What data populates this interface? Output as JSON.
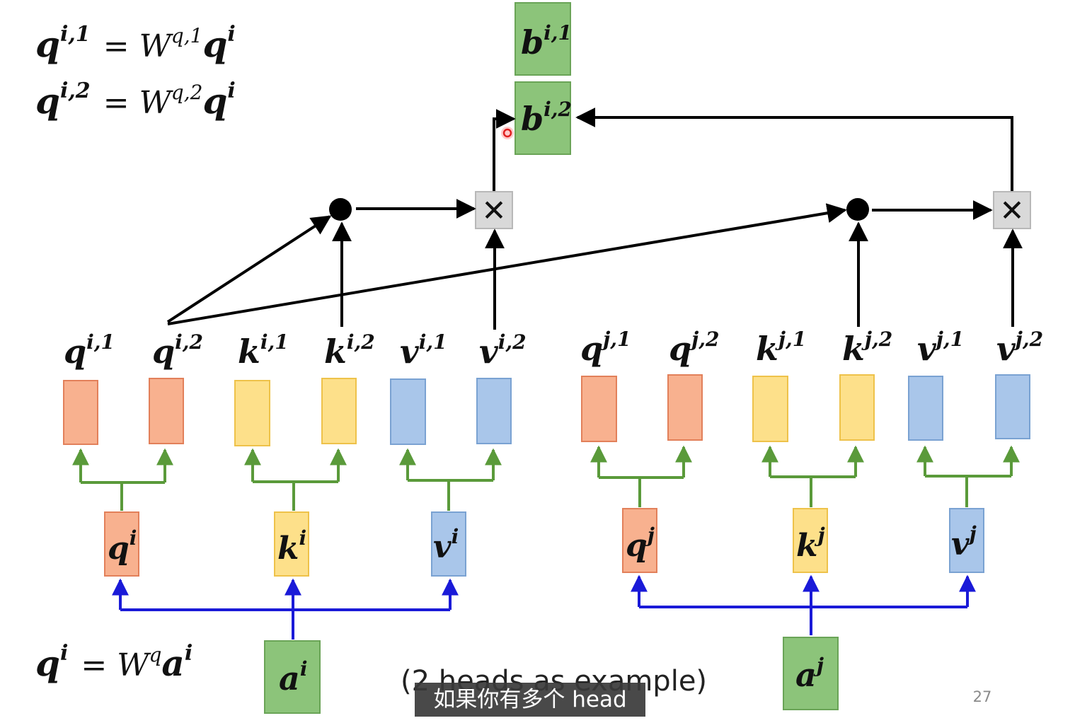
{
  "formulas": {
    "q_i1": {
      "base": "q",
      "sup": "i,1",
      "rhs_W": "W",
      "rhs_W_sup": "q,1",
      "rhs_v": "q",
      "rhs_v_sup": "i"
    },
    "q_i2": {
      "base": "q",
      "sup": "i,2",
      "rhs_W": "W",
      "rhs_W_sup": "q,2",
      "rhs_v": "q",
      "rhs_v_sup": "i"
    },
    "q_i": {
      "base": "q",
      "sup": "i",
      "rhs_W": "W",
      "rhs_W_sup": "q",
      "rhs_v": "a",
      "rhs_v_sup": "i"
    },
    "equals": "="
  },
  "outputs": [
    {
      "base": "b",
      "sup": "i,1"
    },
    {
      "base": "b",
      "sup": "i,2"
    }
  ],
  "head_labels": [
    {
      "base": "q",
      "sup": "i,1"
    },
    {
      "base": "q",
      "sup": "i,2"
    },
    {
      "base": "k",
      "sup": "i,1"
    },
    {
      "base": "k",
      "sup": "i,2"
    },
    {
      "base": "v",
      "sup": "i,1"
    },
    {
      "base": "v",
      "sup": "i,2"
    },
    {
      "base": "q",
      "sup": "j,1"
    },
    {
      "base": "q",
      "sup": "j,2"
    },
    {
      "base": "k",
      "sup": "j,1"
    },
    {
      "base": "k",
      "sup": "j,2"
    },
    {
      "base": "v",
      "sup": "j,1"
    },
    {
      "base": "v",
      "sup": "j,2"
    }
  ],
  "mid_boxes": [
    {
      "base": "q",
      "sup": "i"
    },
    {
      "base": "k",
      "sup": "i"
    },
    {
      "base": "v",
      "sup": "i"
    },
    {
      "base": "q",
      "sup": "j"
    },
    {
      "base": "k",
      "sup": "j"
    },
    {
      "base": "v",
      "sup": "j"
    }
  ],
  "inputs": [
    {
      "base": "a",
      "sup": "i"
    },
    {
      "base": "a",
      "sup": "j"
    }
  ],
  "multiply_symbol": "✕",
  "caption": "(2 heads as example)",
  "subtitle": "如果你有多个 head",
  "page_number": "27",
  "colors": {
    "q_fill": "#f8b18f",
    "q_stroke": "#e2805a",
    "k_fill": "#fde08a",
    "k_stroke": "#eec24a",
    "v_fill": "#a9c6ea",
    "v_stroke": "#7aa2d2",
    "g_fill": "#8cc47a",
    "g_stroke": "#6aa457",
    "green_line": "#5a9a3a",
    "blue_line": "#1a1ad8",
    "mult_fill": "#d9d9d9",
    "mult_stroke": "#b8b8b8"
  }
}
